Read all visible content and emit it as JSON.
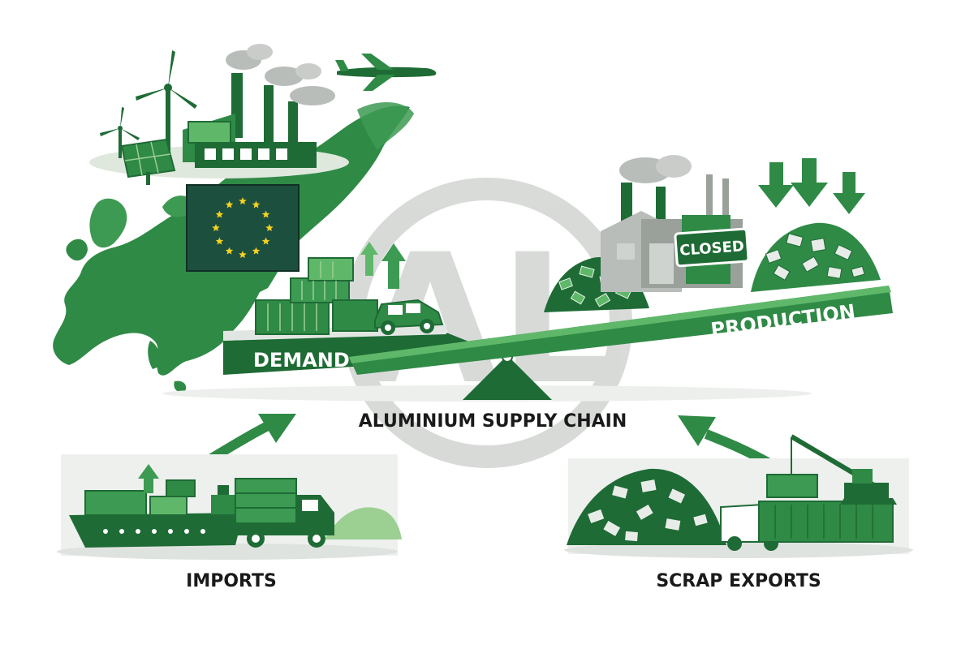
{
  "labels": {
    "demand": "DEMAND",
    "production": "PRODUCTION",
    "closed_sign": "CLOSED",
    "center_title": "ALUMINIUM SUPPLY CHAIN",
    "imports": "IMPORTS",
    "scrap_exports": "SCRAP EXPORTS",
    "watermark": "AL"
  },
  "colors": {
    "dark_green": "#1e6b35",
    "mid_green": "#2f8a46",
    "light_green": "#5fb86a",
    "pale_green": "#9ccf92",
    "grey": "#b9bdb9",
    "eu_blue": "#1d4f3f",
    "star_yellow": "#f5d21f"
  },
  "icons": [
    "wind-turbine-icon",
    "factory-icon",
    "solar-panel-icon",
    "airplane-icon",
    "eu-flag-icon",
    "container-stack-icon",
    "car-icon",
    "seesaw-icon",
    "closed-factory-icon",
    "scrap-pile-icon",
    "down-arrow-icon",
    "up-arrow-icon",
    "cargo-ship-icon",
    "truck-icon",
    "crane-icon"
  ]
}
